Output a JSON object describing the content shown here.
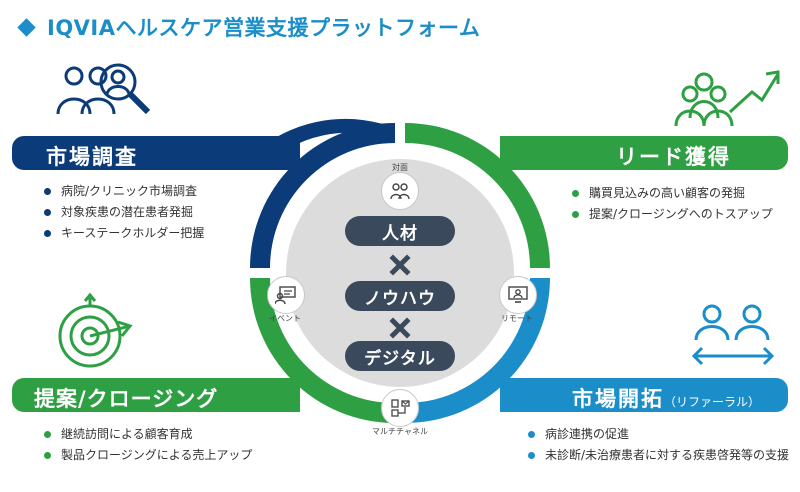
{
  "header": {
    "title": "IQVIAヘルスケア営業支援プラットフォーム"
  },
  "quadrants": {
    "top_left": {
      "label": "市場調査",
      "items": [
        "病院/クリニック市場調査",
        "対象疾患の潜在患者発掘",
        "キーステークホルダー把握"
      ]
    },
    "top_right": {
      "label": "リード獲得",
      "items": [
        "購買見込みの高い顧客の発掘",
        "提案/クロージングへのトスアップ"
      ]
    },
    "bottom_left": {
      "label": "提案/クロージング",
      "items": [
        "継続訪問による顧客育成",
        "製品クロージングによる売上アップ"
      ]
    },
    "bottom_right": {
      "label": "市場開拓",
      "label_suffix": "（リファーラル）",
      "items": [
        "病診連携の促進",
        "未診断/未治療患者に対する疾患啓発等の支援"
      ]
    }
  },
  "center": {
    "pills": [
      "人材",
      "ノウハウ",
      "デジタル"
    ]
  },
  "channels": {
    "top": "対面",
    "left": "イベント",
    "right": "リモート",
    "bottom": "マルチチャネル"
  },
  "colors": {
    "navy": "#0b3b78",
    "green": "#2ea043",
    "blue": "#1b8ec9",
    "dark": "#3a4a5c",
    "gray": "#dcdcdc"
  },
  "icons": {
    "top_left": "people-search-icon",
    "top_right": "group-growth-arrow-icon",
    "bottom_left": "target-arrow-icon",
    "bottom_right": "people-exchange-icon"
  }
}
